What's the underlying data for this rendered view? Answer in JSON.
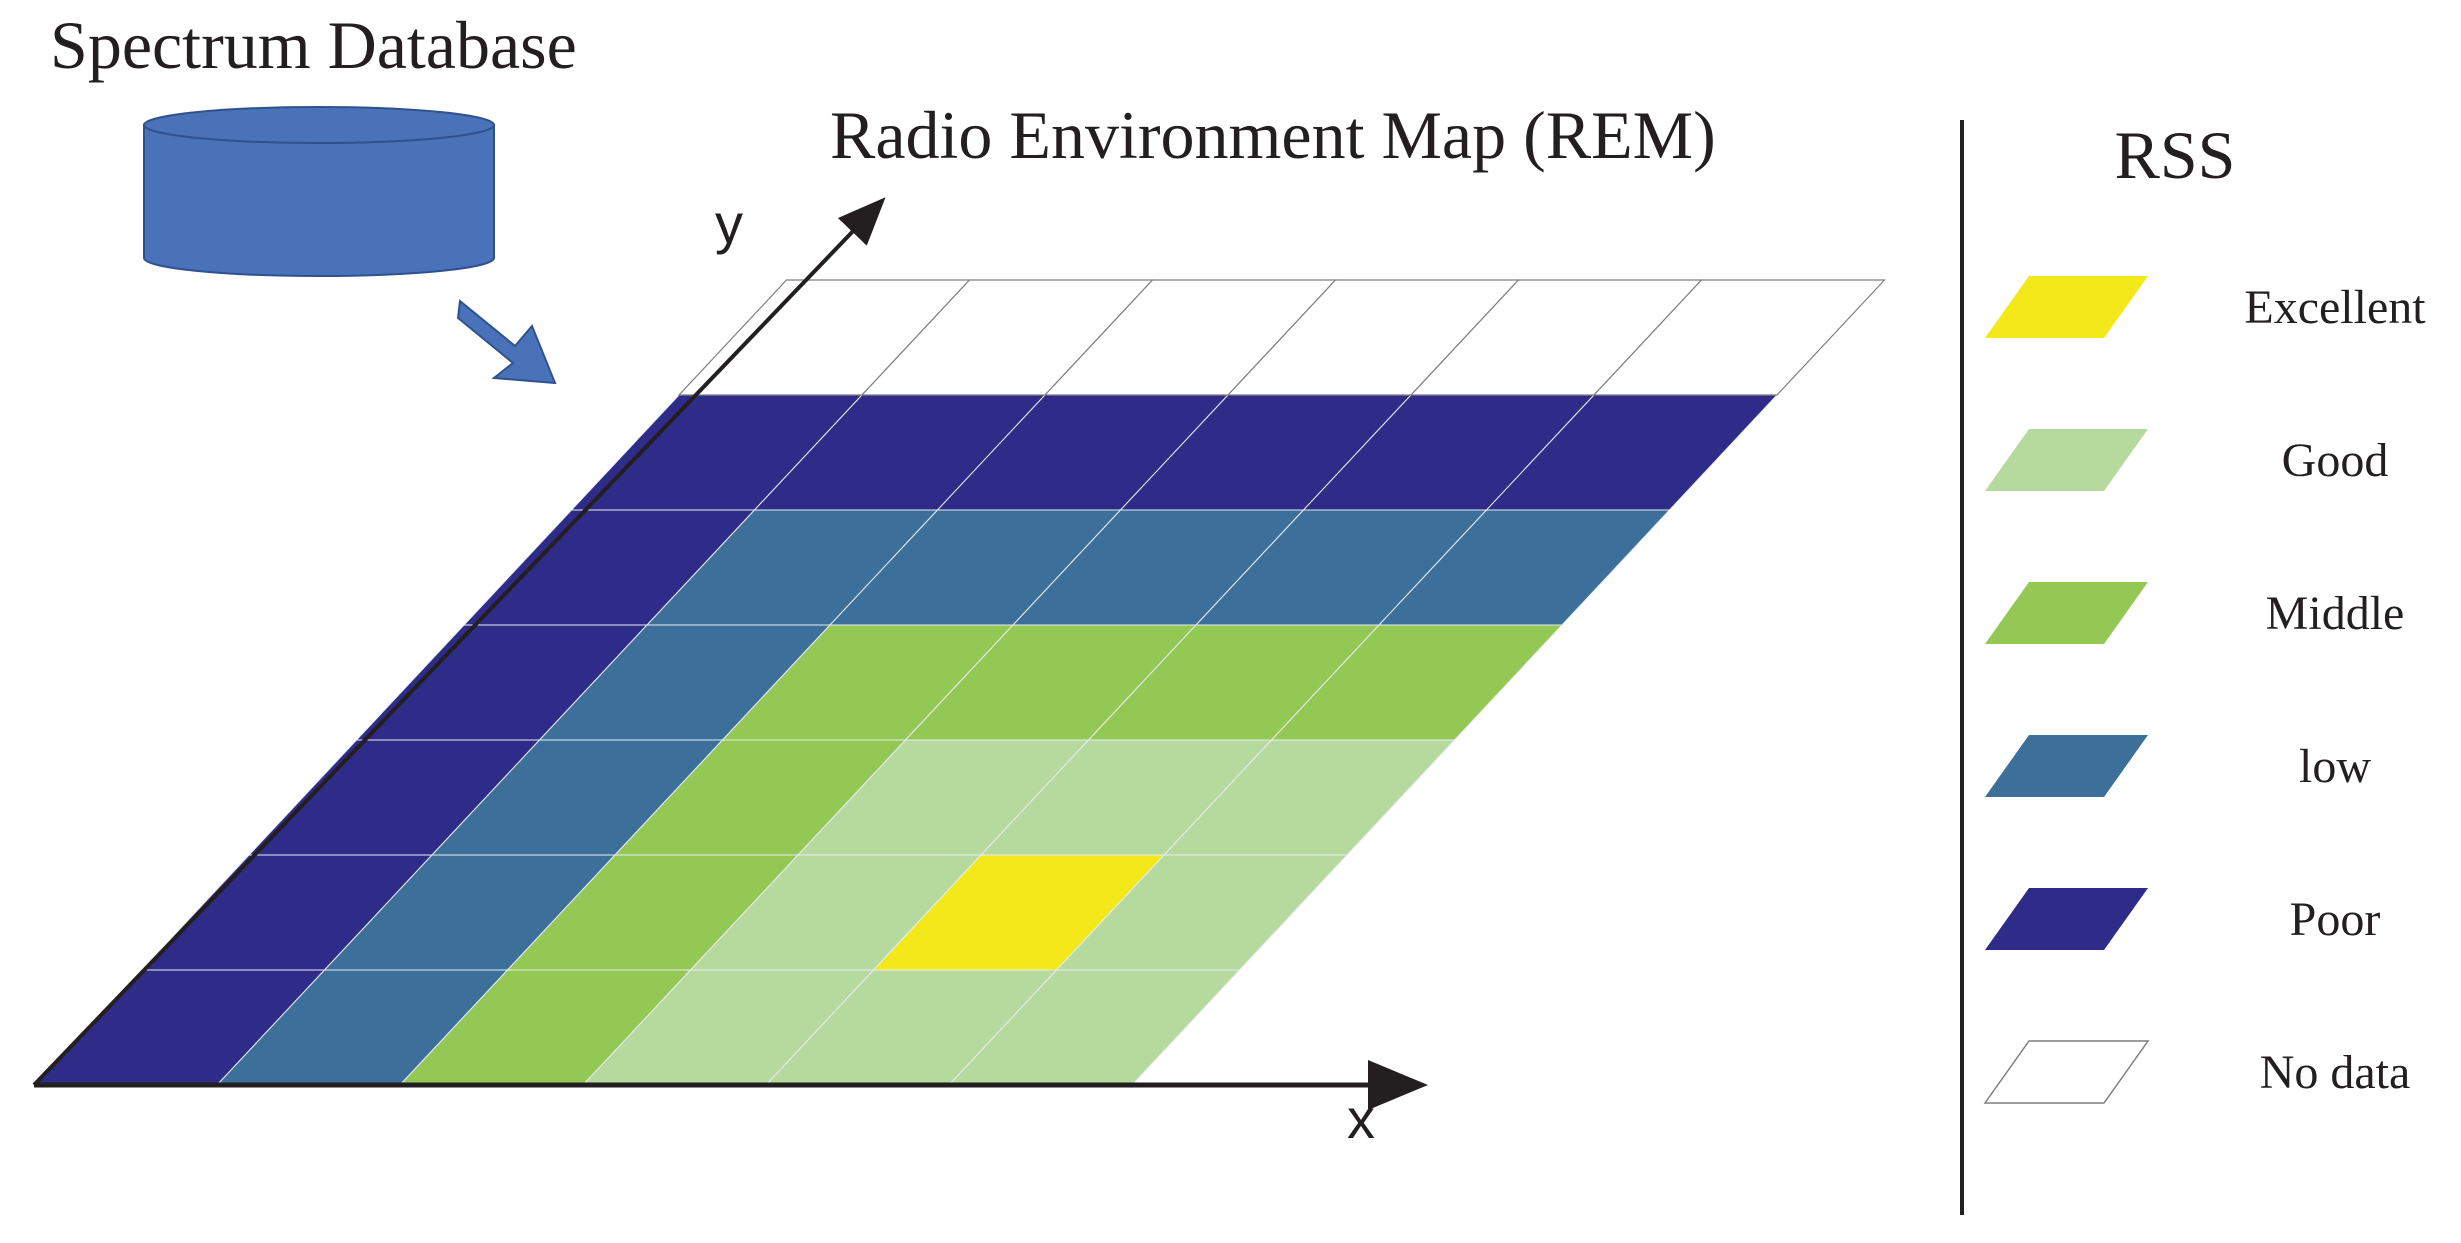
{
  "database": {
    "label": "Spectrum Database",
    "color": "#4a72b8"
  },
  "map": {
    "title": "Radio Environment Map (REM)",
    "x_axis_label": "x",
    "y_axis_label": "y",
    "columns": 6,
    "rows": 7,
    "grid_rows_bottom_to_top": [
      [
        "poor",
        "low",
        "middle",
        "good",
        "good",
        "good"
      ],
      [
        "poor",
        "low",
        "middle",
        "good",
        "excellent",
        "good"
      ],
      [
        "poor",
        "low",
        "middle",
        "good",
        "good",
        "good"
      ],
      [
        "poor",
        "low",
        "middle",
        "middle",
        "middle",
        "middle"
      ],
      [
        "poor",
        "low",
        "low",
        "low",
        "low",
        "low"
      ],
      [
        "poor",
        "poor",
        "poor",
        "poor",
        "poor",
        "poor"
      ],
      [
        "nodata",
        "nodata",
        "nodata",
        "nodata",
        "nodata",
        "nodata"
      ]
    ]
  },
  "legend": {
    "title": "RSS",
    "items": [
      {
        "key": "excellent",
        "label": "Excellent",
        "color": "#f2e81a"
      },
      {
        "key": "good",
        "label": "Good",
        "color": "#b6d99e"
      },
      {
        "key": "middle",
        "label": "Middle",
        "color": "#92c853"
      },
      {
        "key": "low",
        "label": "low",
        "color": "#3c709b"
      },
      {
        "key": "poor",
        "label": "Poor",
        "color": "#2e2c88"
      },
      {
        "key": "nodata",
        "label": "No data",
        "color": "#ffffff"
      }
    ]
  }
}
